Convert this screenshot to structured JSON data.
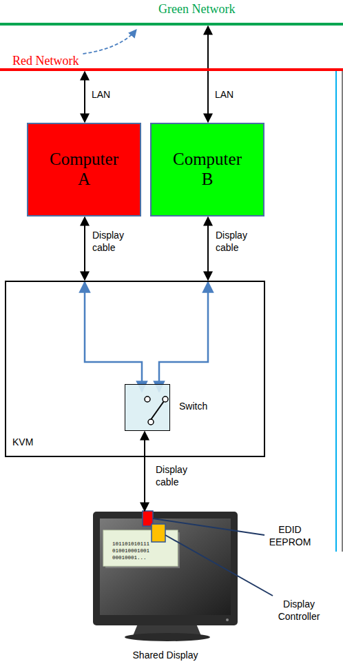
{
  "diagram": {
    "nodes": [
      {
        "text": [
          "Green Network"
        ]
      },
      {
        "text": [
          "Red Network"
        ]
      },
      {
        "text": [
          "Computer A"
        ]
      },
      {
        "text": [
          "Computer B"
        ]
      },
      {
        "text": [
          "KVM"
        ]
      },
      {
        "text": [
          "Switch"
        ],
        "in": 4
      },
      {
        "text": [
          "Shared Display"
        ]
      }
    ],
    "edges": [
      {
        "from": 1,
        "to": 2,
        "label": "LAN",
        "arrow": "both"
      },
      {
        "from": 0,
        "to": 3,
        "label": "LAN",
        "arrow": "both"
      },
      {
        "from": 2,
        "to": 4,
        "label": "Display cable",
        "arrow": "both"
      },
      {
        "from": 3,
        "to": 4,
        "label": "Display cable",
        "arrow": "both"
      },
      {
        "from": 5,
        "to": 6,
        "label": "Display cable",
        "arrow": "both"
      },
      {
        "from": 1,
        "to": 0,
        "arrow": "to"
      }
    ],
    "labels": [
      "101101010111 010010001001 00010001...",
      "EDID EEPROM",
      "Display Controller"
    ]
  }
}
